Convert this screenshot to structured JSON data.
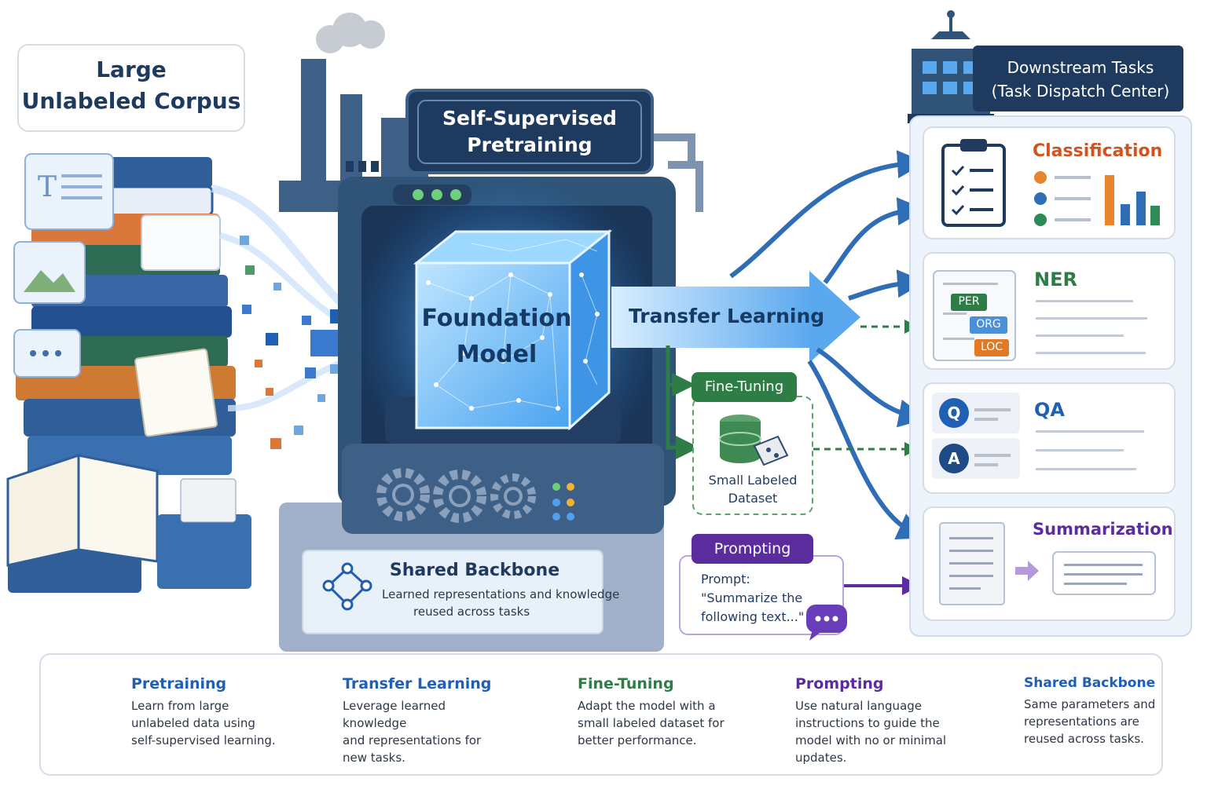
{
  "corpus": {
    "title_line1": "Large",
    "title_line2": "Unlabeled Corpus"
  },
  "pretraining": {
    "title_line1": "Self-Supervised",
    "title_line2": "Pretraining"
  },
  "foundation": {
    "line1": "Foundation",
    "line2": "Model"
  },
  "backbone": {
    "title": "Shared Backbone",
    "desc_line1": "Learned representations and knowledge",
    "desc_line2": "reused across tasks"
  },
  "transfer": {
    "label": "Transfer Learning"
  },
  "finetuning": {
    "label": "Fine-Tuning",
    "dataset_line1": "Small Labeled",
    "dataset_line2": "Dataset"
  },
  "prompting": {
    "label": "Prompting",
    "prompt_line1": "Prompt:",
    "prompt_line2": "\"Summarize the",
    "prompt_line3": "following text...\""
  },
  "downstream": {
    "title_line1": "Downstream Tasks",
    "title_line2": "(Task Dispatch Center)",
    "tasks": [
      {
        "name": "Classification",
        "color": "#d2531f"
      },
      {
        "name": "NER",
        "color": "#2e7d46",
        "tags": [
          "PER",
          "ORG",
          "LOC"
        ]
      },
      {
        "name": "QA",
        "color": "#1f5fb4",
        "q": "Q",
        "a": "A"
      },
      {
        "name": "Summarization",
        "color": "#5b2c9e"
      }
    ]
  },
  "legend": [
    {
      "title": "Pretraining",
      "color": "#1f5fb4",
      "desc": [
        "Learn from large",
        "unlabeled data using",
        "self-supervised learning."
      ]
    },
    {
      "title": "Transfer Learning",
      "color": "#1f5fb4",
      "desc": [
        "Leverage learned knowledge",
        "and representations for",
        "new tasks."
      ]
    },
    {
      "title": "Fine-Tuning",
      "color": "#2e7d46",
      "desc": [
        "Adapt the model with a",
        "small labeled dataset for",
        "better performance."
      ]
    },
    {
      "title": "Prompting",
      "color": "#5b2c9e",
      "desc": [
        "Use natural language",
        "instructions to guide the",
        "model with no or minimal",
        "updates."
      ]
    },
    {
      "title": "Shared Backbone",
      "color": "#1f5fb4",
      "desc": [
        "Same parameters and",
        "representations are",
        "reused across tasks."
      ]
    }
  ],
  "colors": {
    "navy": "#1e3a5f",
    "blue": "#2f6db5",
    "light_blue": "#6fb1f0",
    "green": "#2e7d46",
    "purple": "#5b2c9e",
    "orange": "#d2531f"
  }
}
